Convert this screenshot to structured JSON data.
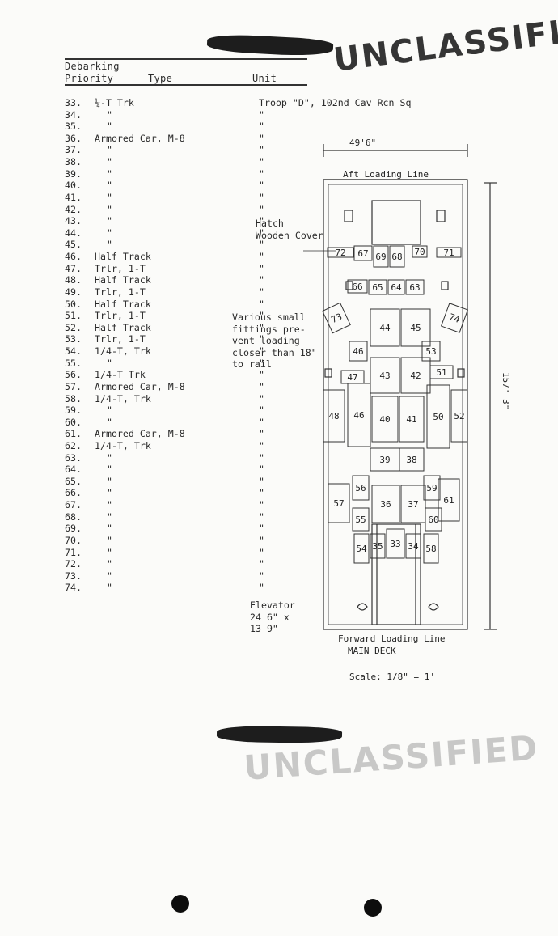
{
  "header": {
    "col1_line1": "Debarking",
    "col1_line2": "Priority",
    "col2": "Type",
    "col3": "Unit"
  },
  "stamps": {
    "top": "UNCLASSIFIED",
    "bottom": "UNCLASSIFIED"
  },
  "rows": [
    {
      "num": "33.",
      "type": "¼-T Trk",
      "unit": "Troop \"D\", 102nd Cav Rcn Sq"
    },
    {
      "num": "34.",
      "type": "\"",
      "unit": "\""
    },
    {
      "num": "35.",
      "type": "\"",
      "unit": "\""
    },
    {
      "num": "36.",
      "type": "Armored Car, M-8",
      "unit": "\""
    },
    {
      "num": "37.",
      "type": "\"",
      "unit": "\""
    },
    {
      "num": "38.",
      "type": "\"",
      "unit": "\""
    },
    {
      "num": "39.",
      "type": "\"",
      "unit": "\""
    },
    {
      "num": "40.",
      "type": "\"",
      "unit": "\""
    },
    {
      "num": "41.",
      "type": "\"",
      "unit": "\""
    },
    {
      "num": "42.",
      "type": "\"",
      "unit": "\""
    },
    {
      "num": "43.",
      "type": "\"",
      "unit": "\""
    },
    {
      "num": "44.",
      "type": "\"",
      "unit": "\""
    },
    {
      "num": "45.",
      "type": "\"",
      "unit": "\""
    },
    {
      "num": "46.",
      "type": "Half Track",
      "unit": "\""
    },
    {
      "num": "47.",
      "type": "Trlr, 1-T",
      "unit": "\""
    },
    {
      "num": "48.",
      "type": "Half Track",
      "unit": "\""
    },
    {
      "num": "49.",
      "type": "Trlr, 1-T",
      "unit": "\""
    },
    {
      "num": "50.",
      "type": "Half Track",
      "unit": "\""
    },
    {
      "num": "51.",
      "type": "Trlr, 1-T",
      "unit": "\""
    },
    {
      "num": "52.",
      "type": "Half Track",
      "unit": "\""
    },
    {
      "num": "53.",
      "type": "Trlr, 1-T",
      "unit": "\""
    },
    {
      "num": "54.",
      "type": "1/4-T, Trk",
      "unit": "\""
    },
    {
      "num": "55.",
      "type": "\"",
      "unit": "\""
    },
    {
      "num": "56.",
      "type": "1/4-T Trk",
      "unit": "\""
    },
    {
      "num": "57.",
      "type": "Armored Car, M-8",
      "unit": "\""
    },
    {
      "num": "58.",
      "type": "1/4-T, Trk",
      "unit": "\""
    },
    {
      "num": "59.",
      "type": "\"",
      "unit": "\""
    },
    {
      "num": "60.",
      "type": "\"",
      "unit": "\""
    },
    {
      "num": "61.",
      "type": "Armored Car, M-8",
      "unit": "\""
    },
    {
      "num": "62.",
      "type": "1/4-T, Trk",
      "unit": "\""
    },
    {
      "num": "63.",
      "type": "\"",
      "unit": "\""
    },
    {
      "num": "64.",
      "type": "\"",
      "unit": "\""
    },
    {
      "num": "65.",
      "type": "\"",
      "unit": "\""
    },
    {
      "num": "66.",
      "type": "\"",
      "unit": "\""
    },
    {
      "num": "67.",
      "type": "\"",
      "unit": "\""
    },
    {
      "num": "68.",
      "type": "\"",
      "unit": "\""
    },
    {
      "num": "69.",
      "type": "\"",
      "unit": "\""
    },
    {
      "num": "70.",
      "type": "\"",
      "unit": "\""
    },
    {
      "num": "71.",
      "type": "\"",
      "unit": "\""
    },
    {
      "num": "72.",
      "type": "\"",
      "unit": "\""
    },
    {
      "num": "73.",
      "type": "\"",
      "unit": "\""
    },
    {
      "num": "74.",
      "type": "\"",
      "unit": "\""
    }
  ],
  "notes": {
    "hatch": "Hatch\nWooden Cover",
    "fittings": "Various small\nfittings pre-\nvent loading\ncloser than 18\"\nto rail",
    "elevator": "Elevator\n24'6\" x\n13'9\""
  },
  "diagram": {
    "width_label": "49'6\"",
    "aft_line": "Aft Loading Line",
    "length_label": "157' 3\"",
    "forward_line": "Forward Loading Line",
    "deck": "MAIN DECK",
    "scale": "Scale: 1/8\" = 1'",
    "vehicles": [
      {
        "label": "72"
      },
      {
        "label": "67"
      },
      {
        "label": "69"
      },
      {
        "label": "68"
      },
      {
        "label": "70"
      },
      {
        "label": "71"
      },
      {
        "label": "66"
      },
      {
        "label": "65"
      },
      {
        "label": "64"
      },
      {
        "label": "63"
      },
      {
        "label": "73"
      },
      {
        "label": "74"
      },
      {
        "label": "44"
      },
      {
        "label": "45"
      },
      {
        "label": "46"
      },
      {
        "label": "53"
      },
      {
        "label": "47"
      },
      {
        "label": "43"
      },
      {
        "label": "42"
      },
      {
        "label": "51"
      },
      {
        "label": "48"
      },
      {
        "label": "46"
      },
      {
        "label": "40"
      },
      {
        "label": "41"
      },
      {
        "label": "50"
      },
      {
        "label": "52"
      },
      {
        "label": "39"
      },
      {
        "label": "38"
      },
      {
        "label": "56"
      },
      {
        "label": "59"
      },
      {
        "label": "57"
      },
      {
        "label": "36"
      },
      {
        "label": "37"
      },
      {
        "label": "61"
      },
      {
        "label": "55"
      },
      {
        "label": "60"
      },
      {
        "label": "54"
      },
      {
        "label": "35"
      },
      {
        "label": "33"
      },
      {
        "label": "34"
      },
      {
        "label": "58"
      }
    ]
  }
}
